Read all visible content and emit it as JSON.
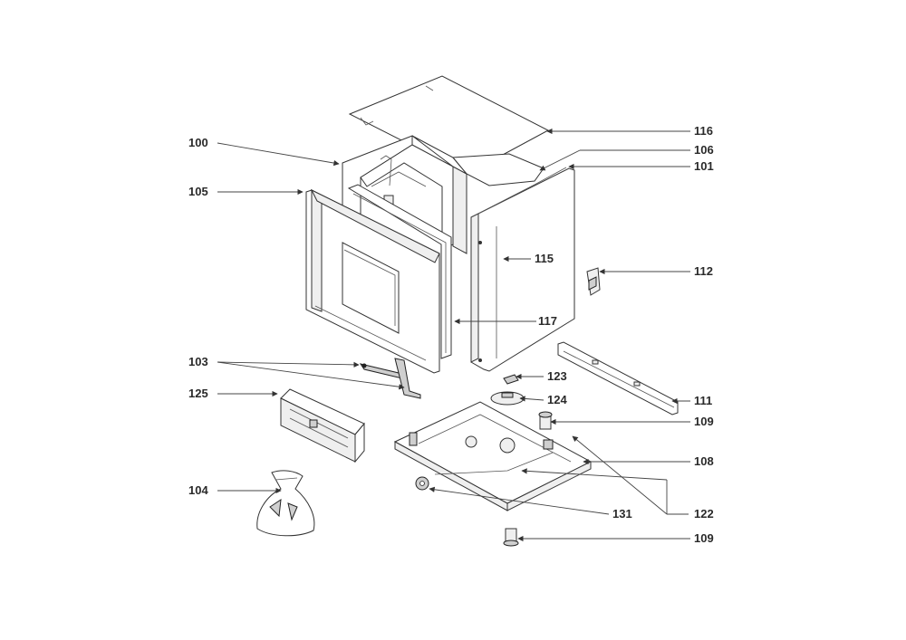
{
  "labels": {
    "l100": "100",
    "l105": "105",
    "l103": "103",
    "l125": "125",
    "l104": "104",
    "l116": "116",
    "l106": "106",
    "l101": "101",
    "l115": "115",
    "l112": "112",
    "l117": "117",
    "l123": "123",
    "l124": "124",
    "l111": "111",
    "l109a": "109",
    "l108": "108",
    "l131": "131",
    "l122": "122",
    "l109b": "109"
  }
}
